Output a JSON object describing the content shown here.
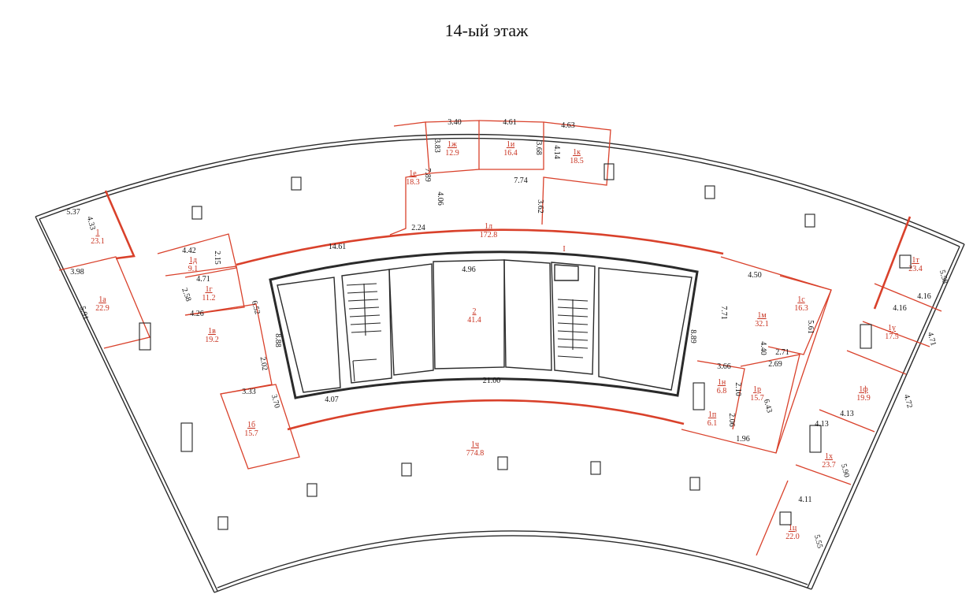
{
  "title": "14-ый этаж",
  "marker": "I",
  "rooms": [
    {
      "id": "1",
      "area": "23.1"
    },
    {
      "id": "1а",
      "area": "22.9"
    },
    {
      "id": "1б",
      "area": "15.7"
    },
    {
      "id": "1в",
      "area": "19.2"
    },
    {
      "id": "1г",
      "area": "11.2"
    },
    {
      "id": "1д",
      "area": "9.1"
    },
    {
      "id": "1е",
      "area": "18.3"
    },
    {
      "id": "1ж",
      "area": "12.9"
    },
    {
      "id": "1и",
      "area": "16.4"
    },
    {
      "id": "1к",
      "area": "18.5"
    },
    {
      "id": "1л",
      "area": "172.8"
    },
    {
      "id": "1м",
      "area": "32.1"
    },
    {
      "id": "1с",
      "area": "16.3"
    },
    {
      "id": "1н",
      "area": "6.8"
    },
    {
      "id": "1п",
      "area": "6.1"
    },
    {
      "id": "1р",
      "area": "15.7"
    },
    {
      "id": "1т",
      "area": "23.4"
    },
    {
      "id": "1у",
      "area": "17.5"
    },
    {
      "id": "1ф",
      "area": "19.9"
    },
    {
      "id": "1х",
      "area": "23.7"
    },
    {
      "id": "1ц",
      "area": "22.0"
    },
    {
      "id": "1ч",
      "area": "774.8"
    },
    {
      "id": "2",
      "area": "41.4"
    }
  ],
  "dimensions": [
    "5.37",
    "4.33",
    "3.98",
    "5.91",
    "4.42",
    "2.15",
    "4.71",
    "2.58",
    "4.26",
    "6.52",
    "2.02",
    "3.33",
    "3.70",
    "14.61",
    "2.24",
    "3.40",
    "3.83",
    "7.89",
    "4.06",
    "4.61",
    "3.68",
    "4.63",
    "4.14",
    "7.74",
    "3.62",
    "4.96",
    "8.88",
    "4.07",
    "21.00",
    "8.89",
    "4.50",
    "7.71",
    "5.61",
    "4.40",
    "2.71",
    "2.69",
    "3.66",
    "2.10",
    "6.43",
    "2.06",
    "1.96",
    "5.58",
    "4.16",
    "4.16",
    "4.71",
    "4.72",
    "4.13",
    "4.13",
    "5.90",
    "4.11",
    "5.55"
  ]
}
